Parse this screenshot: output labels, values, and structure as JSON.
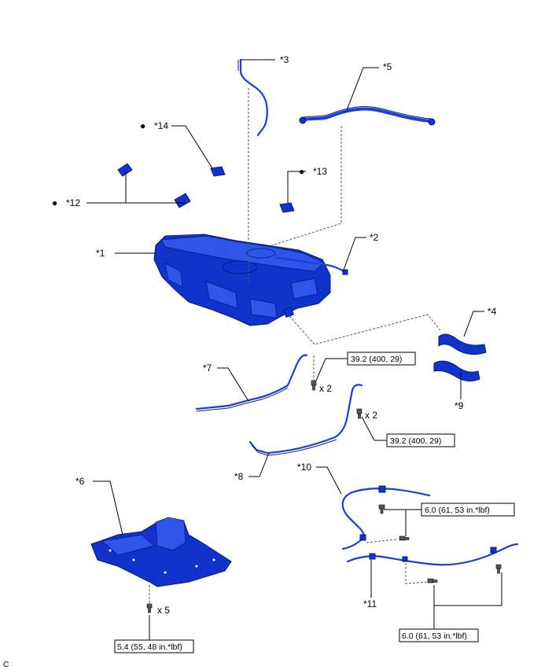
{
  "labels": {
    "p1": "*1",
    "p2": "*2",
    "p3": "*3",
    "p4": "*4",
    "p5": "*5",
    "p6": "*6",
    "p7": "*7",
    "p8": "*8",
    "p9": "*9",
    "p10": "*10",
    "p11": "*11",
    "p12": "*12",
    "p13": "*13",
    "p14": "*14"
  },
  "torque": {
    "strap_front": "39.2 (400, 29)",
    "strap_rear": "39.2 (400, 29)",
    "hose_upper": "6.0 (61, 53 in.*lbf)",
    "hose_lower": "6.0 (61, 53 in.*lbf)",
    "protector": "5.4 (55, 48 in.*lbf)"
  },
  "quantities": {
    "strap_front": "x 2",
    "strap_rear": "x 2",
    "protector": "x 5"
  },
  "markers": {
    "bullet": "●"
  },
  "corner_code": "C"
}
